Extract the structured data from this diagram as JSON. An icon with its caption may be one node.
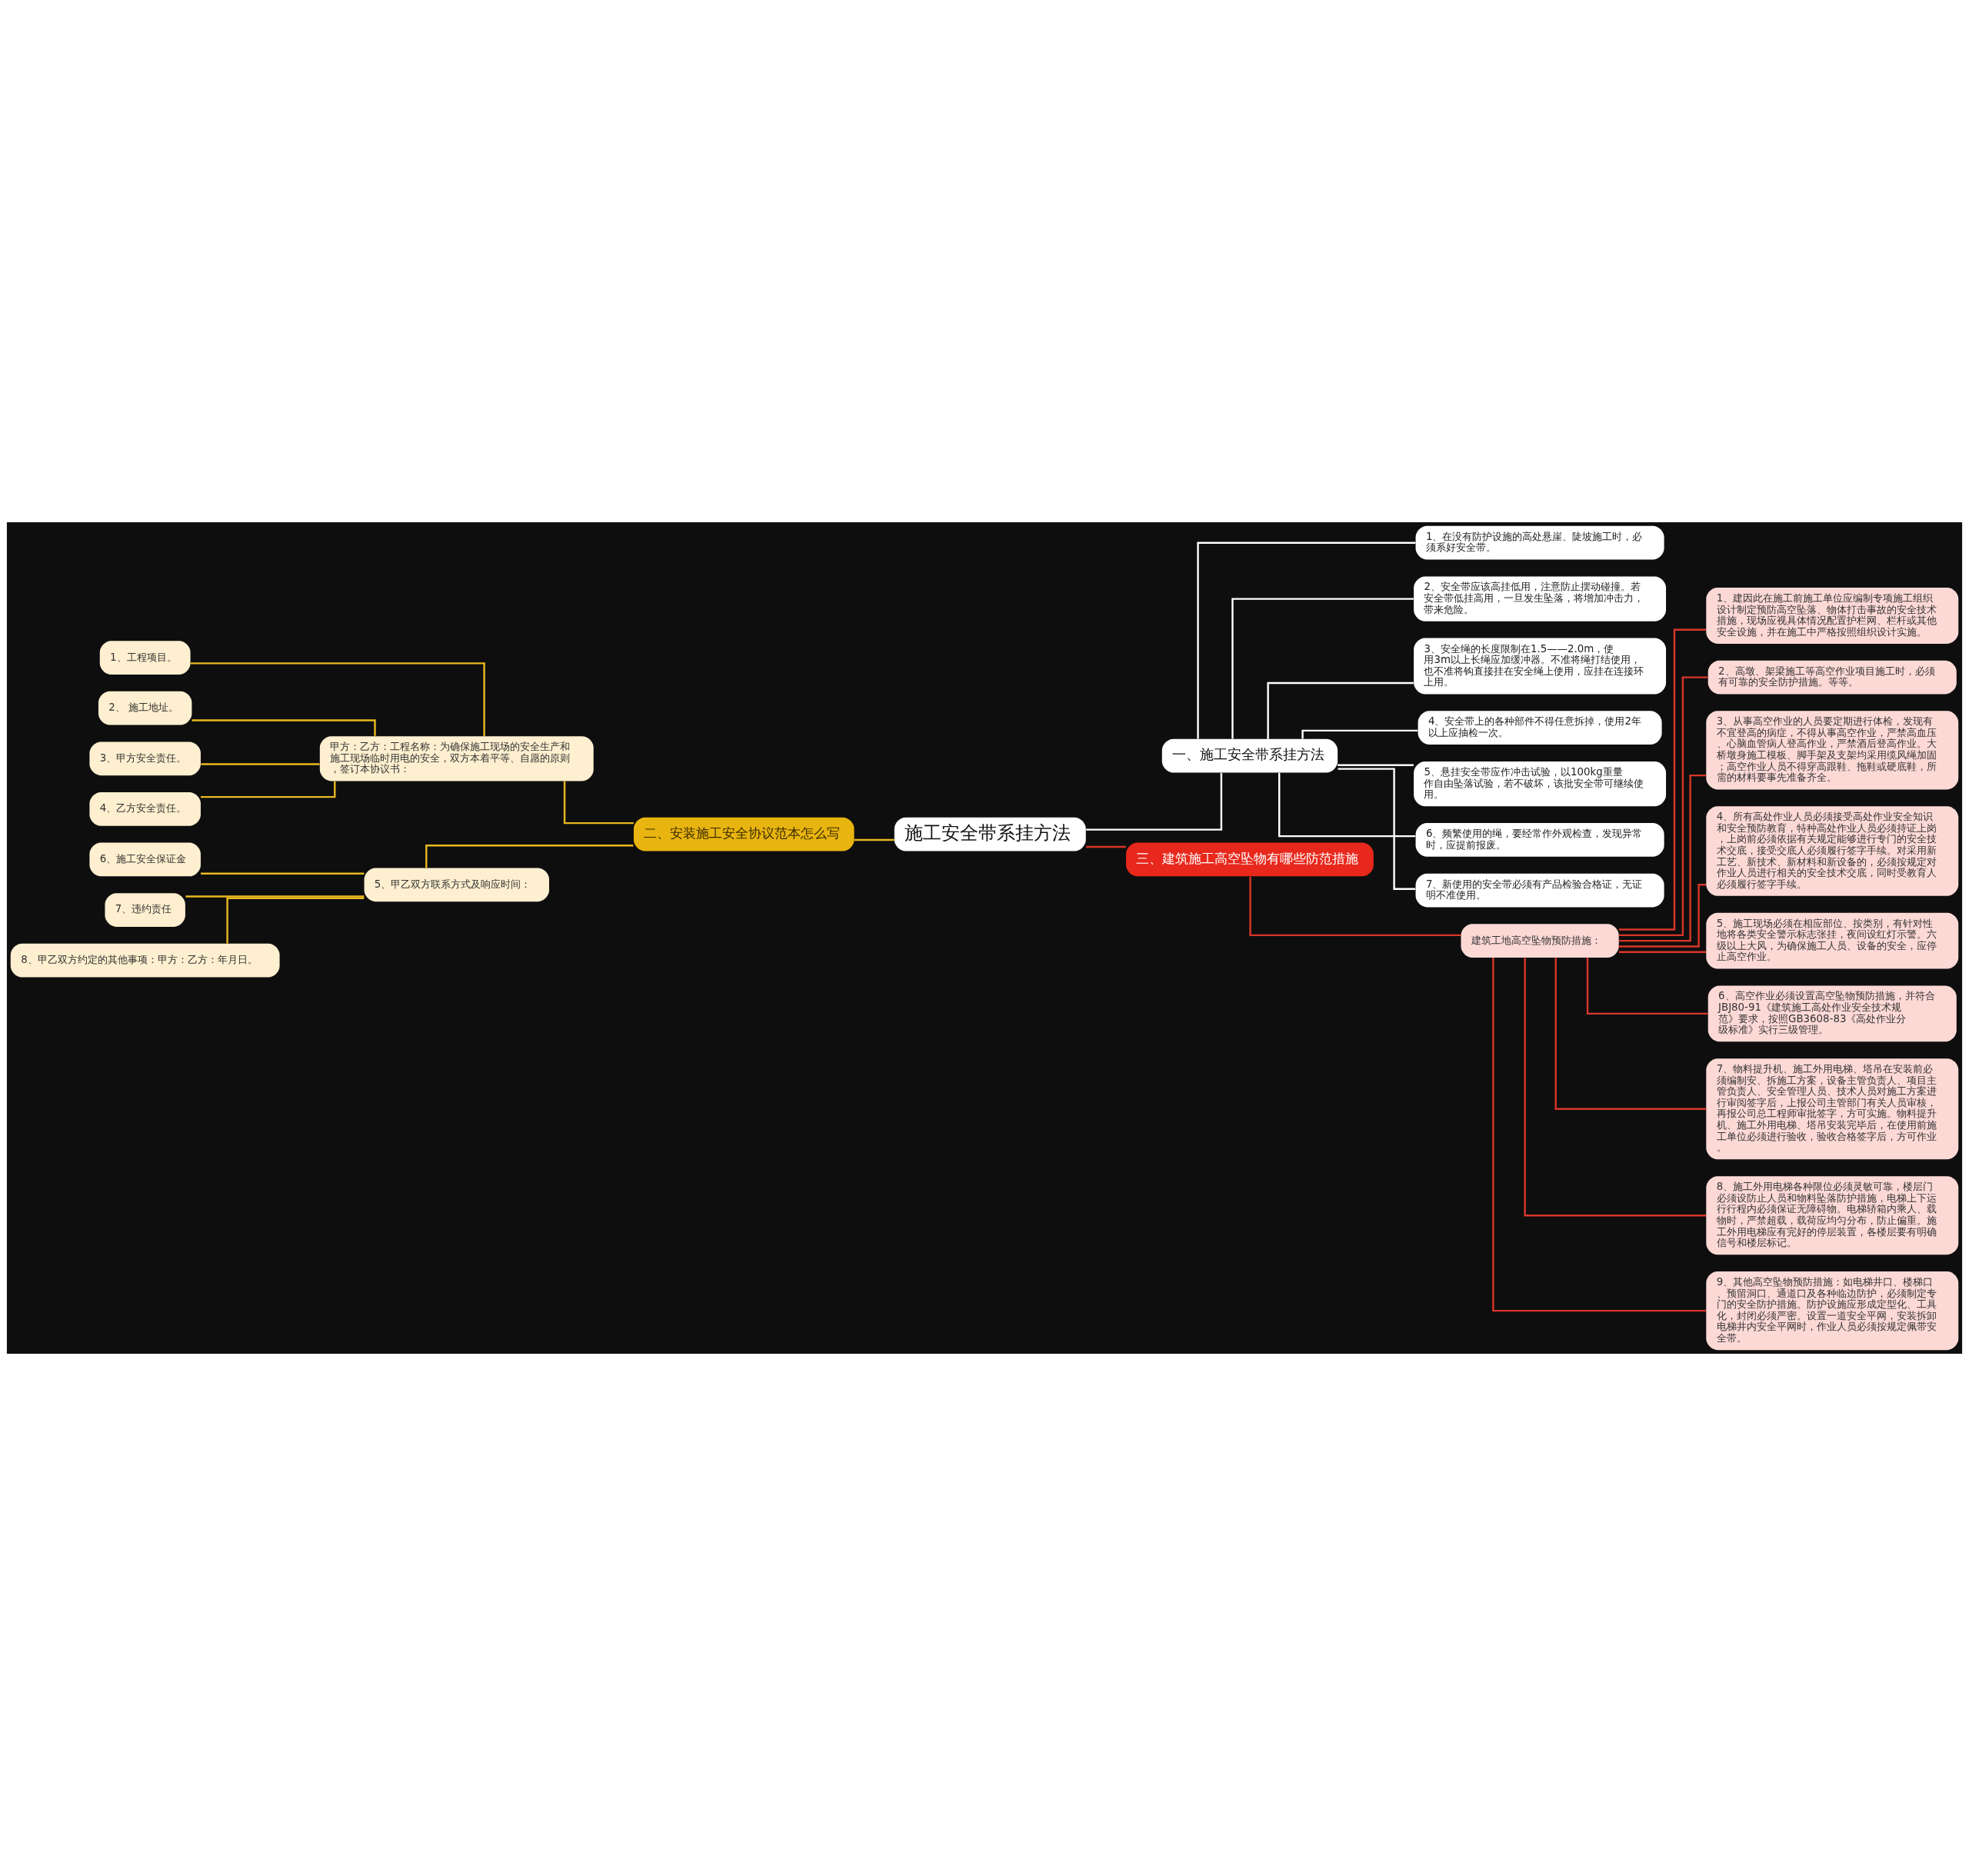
{
  "diagram": {
    "nodes": [
      {
        "text": [
          "施工安全带系挂方法"
        ]
      },
      {
        "text": [
          "一、施工安全带系挂方法"
        ]
      },
      {
        "text": [
          "1、在没有防护设施的高处悬崖、陡坡施工时，必须系好安全带。"
        ]
      },
      {
        "text": [
          "2、安全带应该高挂低用，注意防止摆动碰撞。若安全带低挂高用，一旦发生坠落，将增加冲击力，带来危险。"
        ]
      },
      {
        "text": [
          "3、安全绳的长度限制在1.5——2.0m，使用3m以上长绳应加缓冲器。不准将绳打结使用，也不准将钩直接挂在安全绳上使用，应挂在连接环上用。"
        ]
      },
      {
        "text": [
          "4、安全带上的各种部件不得任意拆掉，使用2年以上应抽检一次。"
        ]
      },
      {
        "text": [
          "5、悬挂安全带应作冲击试验，以100kg重量作自由坠落试验，若不破坏，该批安全带可继续使用。"
        ]
      },
      {
        "text": [
          "6、频繁使用的绳，要经常作外观检查，发现异常时，应提前报废。"
        ]
      },
      {
        "text": [
          "7、新使用的安全带必须有产品检验合格证，无证明不准使用。"
        ]
      },
      {
        "text": [
          "二、安装施工安全协议范本怎么写"
        ]
      },
      {
        "text": [
          "甲方：乙方：工程名称：为确保施工现场的安全生产和施工现场临时用电的安全，双方本着平等、自愿的原则，签订本协议书："
        ]
      },
      {
        "text": [
          "1、工程项目。"
        ]
      },
      {
        "text": [
          "2、 施工地址。"
        ]
      },
      {
        "text": [
          "3、甲方安全责任。"
        ]
      },
      {
        "text": [
          "4、乙方安全责任。"
        ]
      },
      {
        "text": [
          "5、甲乙双方联系方式及响应时间："
        ]
      },
      {
        "text": [
          "6、施工安全保证金"
        ]
      },
      {
        "text": [
          "7、违约责任"
        ]
      },
      {
        "text": [
          "8、甲乙双方约定的其他事项：甲方：乙方：年月日。"
        ]
      },
      {
        "text": [
          "三、建筑施工高空坠物有哪些防范措施"
        ]
      },
      {
        "text": [
          "建筑工地高空坠物预防措施："
        ]
      },
      {
        "text": [
          "1、建因此在施工前施工单位应编制专项施工组织设计制定预防高空坠落、物体打击事故的安全技术措施，现场应视具体情况配置护栏网、栏杆或其他安全设施，并在施工中严格按照组织设计实施。"
        ]
      },
      {
        "text": [
          "2、高墩、架梁施工等高空作业项目施工时，必须有可靠的安全防护措施。等等。"
        ]
      },
      {
        "text": [
          "3、从事高空作业的人员要定期进行体检，发现有不宜登高的病症，不得从事高空作业，严禁高血压、心脑血管病人登高作业，严禁酒后登高作业。大桥墩身施工模板、脚手架及支架均采用缆风绳加固；高空作业人员不得穿高跟鞋、拖鞋或硬底鞋，所需的材料要事先准备齐全。"
        ]
      },
      {
        "text": [
          "4、所有高处作业人员必须接受高处作业安全知识和安全预防教育，特种高处作业人员必须持证上岗，上岗前必须依据有关规定能够进行专门的安全技术交底，接受交底人必须履行签字手续。对采用新工艺、新技术、新材料和新设备的，必须按规定对作业人员进行相关的安全技术交底，同时受教育人必须履行签字手续。"
        ]
      },
      {
        "text": [
          "5、施工现场必须在相应部位、按类别，有针对性地将各类安全警示标志张挂，夜间设红灯示警。六级以上大风，为确保施工人员、设备的安全，应停止高空作业。"
        ]
      },
      {
        "text": [
          "6、高空作业必须设置高空坠物预防措施，并符合JBJ80-91《建筑施工高处作业安全技术规范》要求，按照GB3608-83《高处作业分级标准》实行三级管理。"
        ]
      },
      {
        "text": [
          "7、物料提升机、施工外用电梯、塔吊在安装前必须编制安、拆施工方案，设备主管负责人、项目主管负责人、安全管理人员、技术人员对施工方案进行审阅签字后，上报公司主管部门有关人员审核，再报公司总工程师审批签字，方可实施。物料提升机、施工外用电梯、塔吊安装完毕后，在使用前施工单位必须进行验收，验收合格签字后，方可作业。"
        ]
      },
      {
        "text": [
          "8、施工外用电梯各种限位必须灵敏可靠，楼层门必须设防止人员和物料坠落防护措施，电梯上下运行行程内必须保证无障碍物。电梯轿箱内乘人、载物时，严禁超载，载荷应均匀分布，防止偏重。施工外用电梯应有完好的停层装置，各楼层要有明确信号和楼层标记。"
        ]
      },
      {
        "text": [
          "9、其他高空坠物预防措施：如电梯井口、楼梯口、预留洞口、通道口及各种临边防护，必须制定专门的安全防护措施。防护设施应形成定型化、工具化，封闭必须严密。设置一道安全平网，安装拆卸电梯井内安全平网时，作业人员必须按规定佩带安全带。"
        ]
      }
    ],
    "edges": [
      {
        "from": 0,
        "to": 1,
        "arrow": "none",
        "color": "#ffffff"
      },
      {
        "from": 1,
        "to": 2,
        "arrow": "none",
        "color": "#ffffff"
      },
      {
        "from": 1,
        "to": 3,
        "arrow": "none",
        "color": "#ffffff"
      },
      {
        "from": 1,
        "to": 4,
        "arrow": "none",
        "color": "#ffffff"
      },
      {
        "from": 1,
        "to": 5,
        "arrow": "none",
        "color": "#ffffff"
      },
      {
        "from": 1,
        "to": 6,
        "arrow": "none",
        "color": "#ffffff"
      },
      {
        "from": 1,
        "to": 7,
        "arrow": "none",
        "color": "#ffffff"
      },
      {
        "from": 1,
        "to": 8,
        "arrow": "none",
        "color": "#ffffff"
      },
      {
        "from": 0,
        "to": 9,
        "arrow": "none",
        "color": "#e8b820"
      },
      {
        "from": 9,
        "to": 10,
        "arrow": "none",
        "color": "#e8b820"
      },
      {
        "from": 10,
        "to": 11,
        "arrow": "none",
        "color": "#e8b820"
      },
      {
        "from": 10,
        "to": 12,
        "arrow": "none",
        "color": "#e8b820"
      },
      {
        "from": 10,
        "to": 13,
        "arrow": "none",
        "color": "#e8b820"
      },
      {
        "from": 10,
        "to": 14,
        "arrow": "none",
        "color": "#e8b820"
      },
      {
        "from": 9,
        "to": 15,
        "arrow": "none",
        "color": "#e8b820"
      },
      {
        "from": 15,
        "to": 16,
        "arrow": "none",
        "color": "#e8b820"
      },
      {
        "from": 15,
        "to": 17,
        "arrow": "none",
        "color": "#e8b820"
      },
      {
        "from": 15,
        "to": 18,
        "arrow": "none",
        "color": "#e8b820"
      },
      {
        "from": 0,
        "to": 19,
        "arrow": "none"
      },
      {
        "from": 19,
        "to": 20,
        "arrow": "none"
      },
      {
        "from": 20,
        "to": 21,
        "arrow": "none"
      },
      {
        "from": 20,
        "to": 22,
        "arrow": "none"
      },
      {
        "from": 20,
        "to": 23,
        "arrow": "none"
      },
      {
        "from": 20,
        "to": 24,
        "arrow": "none"
      },
      {
        "from": 20,
        "to": 25,
        "arrow": "none"
      },
      {
        "from": 20,
        "to": 26,
        "arrow": "none"
      },
      {
        "from": 20,
        "to": 27,
        "arrow": "none"
      },
      {
        "from": 20,
        "to": 28,
        "arrow": "none"
      },
      {
        "from": 20,
        "to": 29,
        "arrow": "none"
      }
    ]
  }
}
